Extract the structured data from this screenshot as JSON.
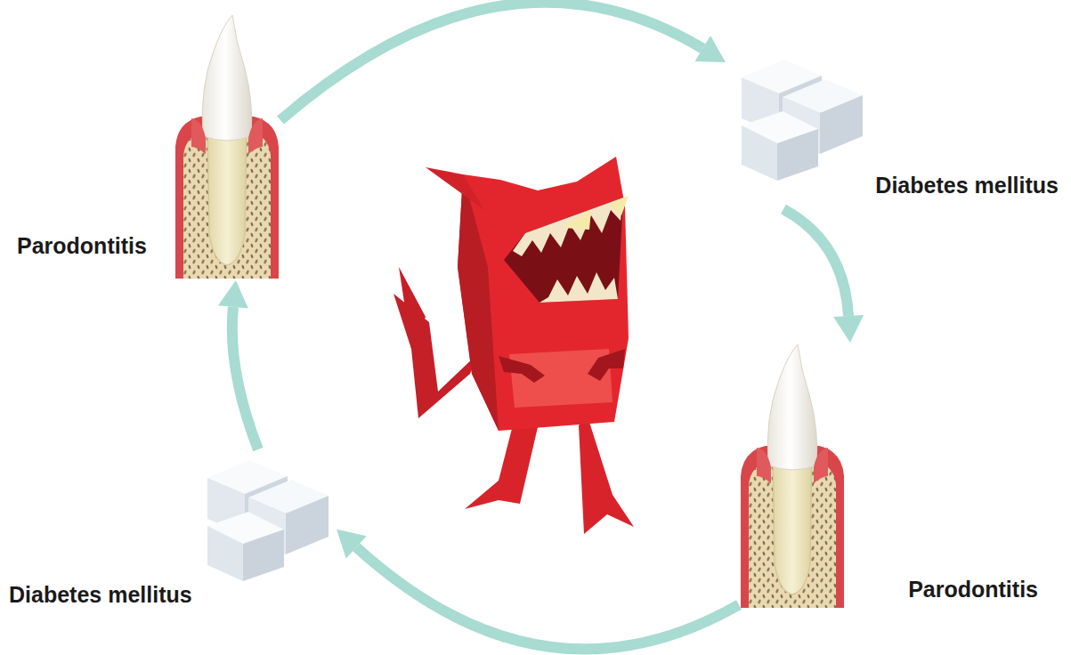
{
  "diagram": {
    "nodes": [
      {
        "text": [
          "Parodontitis"
        ]
      },
      {
        "text": [
          "Diabetes mellitus"
        ]
      },
      {
        "text": [
          "Parodontitis"
        ]
      },
      {
        "text": [
          "Diabetes mellitus"
        ]
      }
    ],
    "edges": [
      {
        "from": 0,
        "to": 1,
        "arrow": "to"
      },
      {
        "from": 1,
        "to": 2,
        "arrow": "to"
      },
      {
        "from": 2,
        "to": 3,
        "arrow": "to"
      },
      {
        "from": 3,
        "to": 0,
        "arrow": "to"
      }
    ]
  }
}
